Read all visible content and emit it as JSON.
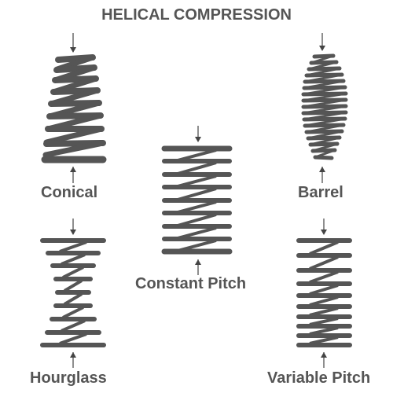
{
  "title": "HELICAL COMPRESSION",
  "colors": {
    "spring": "#555555",
    "text": "#555555",
    "arrow": "#444444"
  },
  "springs": [
    {
      "id": "conical",
      "label": "Conical"
    },
    {
      "id": "barrel",
      "label": "Barrel"
    },
    {
      "id": "constant",
      "label": "Constant Pitch"
    },
    {
      "id": "hourglass",
      "label": "Hourglass"
    },
    {
      "id": "variable",
      "label": "Variable Pitch"
    }
  ]
}
